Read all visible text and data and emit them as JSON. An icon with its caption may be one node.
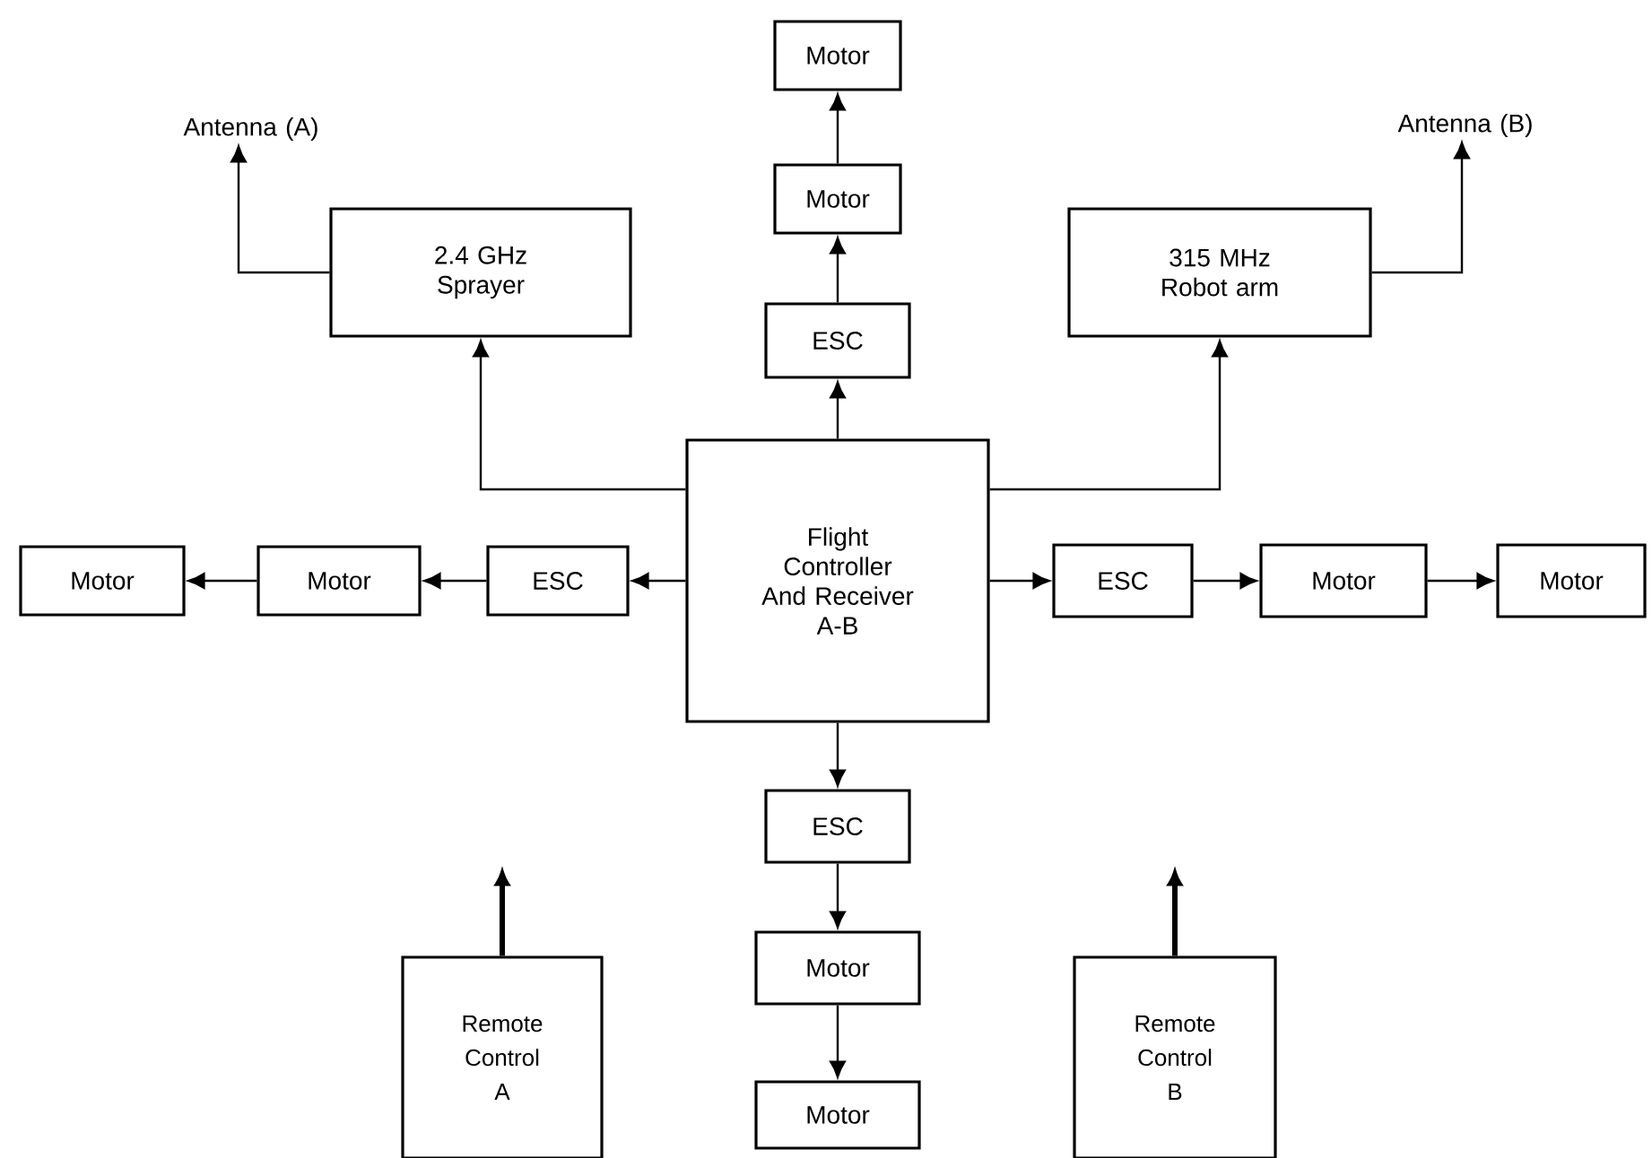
{
  "diagram": {
    "nodes": [
      {
        "text": [
          "Motor"
        ]
      },
      {
        "text": [
          "Antenna (A)"
        ]
      },
      {
        "text": [
          "Antenna (B)"
        ]
      },
      {
        "text": [
          "Motor"
        ]
      },
      {
        "text": [
          "2.4 GHz Sprayer"
        ]
      },
      {
        "text": [
          "315 MHz Robot arm"
        ]
      },
      {
        "text": [
          "ESC"
        ]
      },
      {
        "text": [
          "Flight Controller And Receiver A-B"
        ]
      },
      {
        "text": [
          "Motor"
        ]
      },
      {
        "text": [
          "Motor"
        ]
      },
      {
        "text": [
          "ESC"
        ]
      },
      {
        "text": [
          "ESC"
        ]
      },
      {
        "text": [
          "Motor"
        ]
      },
      {
        "text": [
          "Motor"
        ]
      },
      {
        "text": [
          "ESC"
        ]
      },
      {
        "text": [
          "Remote Control A"
        ]
      },
      {
        "text": [
          "Motor"
        ]
      },
      {
        "text": [
          "Remote Control B"
        ]
      },
      {
        "text": [
          "Motor"
        ]
      }
    ],
    "edges": [
      {
        "from": 7,
        "to": 6,
        "arrow": "to"
      },
      {
        "from": 6,
        "to": 3,
        "arrow": "to"
      },
      {
        "from": 3,
        "to": 0,
        "arrow": "to"
      },
      {
        "from": 7,
        "to": 4,
        "arrow": "to"
      },
      {
        "from": 4,
        "to": 1,
        "arrow": "to"
      },
      {
        "from": 7,
        "to": 5,
        "arrow": "to"
      },
      {
        "from": 5,
        "to": 2,
        "arrow": "to"
      },
      {
        "from": 7,
        "to": 10,
        "arrow": "to"
      },
      {
        "from": 10,
        "to": 9,
        "arrow": "to"
      },
      {
        "from": 9,
        "to": 8,
        "arrow": "to"
      },
      {
        "from": 7,
        "to": 11,
        "arrow": "to"
      },
      {
        "from": 11,
        "to": 12,
        "arrow": "to"
      },
      {
        "from": 12,
        "to": 13,
        "arrow": "to"
      },
      {
        "from": 7,
        "to": 14,
        "arrow": "to"
      },
      {
        "from": 14,
        "to": 16,
        "arrow": "to"
      },
      {
        "from": 16,
        "to": 18,
        "arrow": "to"
      },
      {
        "from": 15,
        "to": null,
        "arrow": "to",
        "style": "thick"
      },
      {
        "from": 17,
        "to": null,
        "arrow": "to",
        "style": "thick"
      }
    ]
  }
}
